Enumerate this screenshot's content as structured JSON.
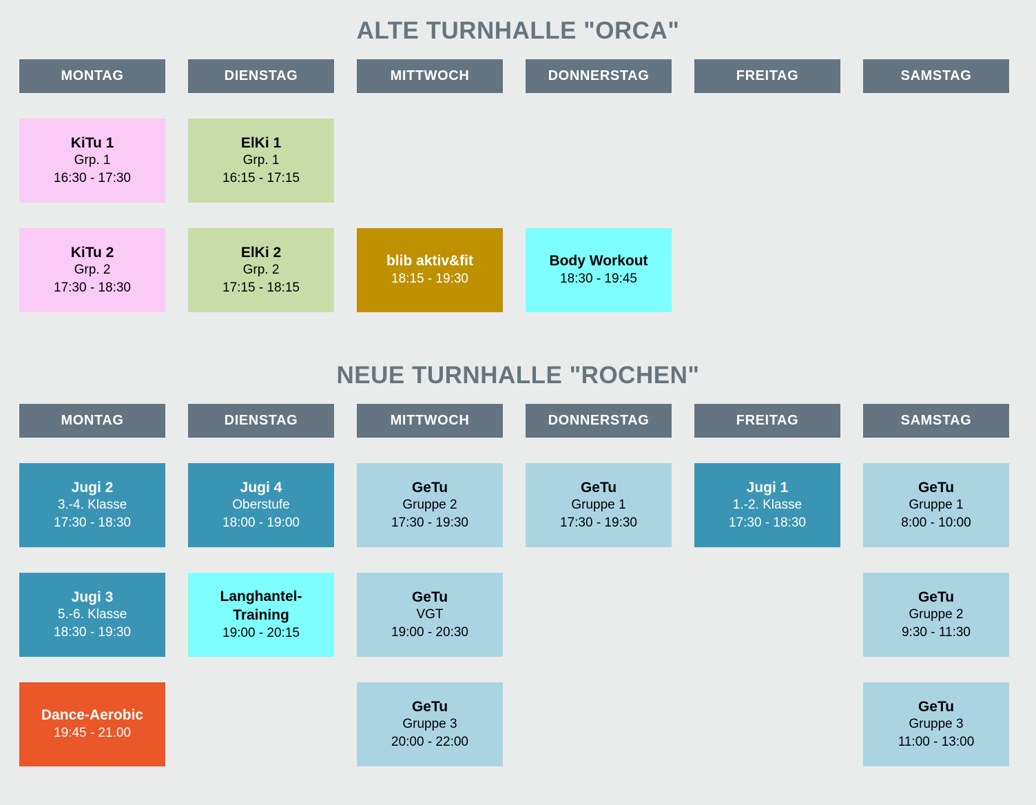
{
  "colors": {
    "background": "#eaecec",
    "day_header_bg": "#647480",
    "day_header_text": "#ffffff",
    "section_title": "#67757f",
    "pink": "#fbcbf7",
    "green": "#c8dca8",
    "gold": "#bf9000",
    "cyan": "#7efefe",
    "teal_dark": "#3a95b4",
    "blue_light": "#abd4e3",
    "orange": "#ea5728",
    "text_dark": "#000000",
    "text_light": "#ffffff"
  },
  "sections": [
    {
      "id": "orca",
      "title": "ALTE TURNHALLE \"ORCA\"",
      "days": [
        "MONTAG",
        "DIENSTAG",
        "MITTWOCH",
        "DONNERSTAG",
        "FREITAG",
        "SAMSTAG"
      ],
      "rows": [
        [
          {
            "title": "KiTu 1",
            "sub": "Grp. 1",
            "time": "16:30 - 17:30",
            "bg": "pink",
            "fg": "text_dark"
          },
          {
            "title": "ElKi 1",
            "sub": "Grp. 1",
            "time": "16:15 - 17:15",
            "bg": "green",
            "fg": "text_dark"
          },
          null,
          null,
          null,
          null
        ],
        [
          {
            "title": "KiTu 2",
            "sub": "Grp. 2",
            "time": "17:30 - 18:30",
            "bg": "pink",
            "fg": "text_dark"
          },
          {
            "title": "ElKi 2",
            "sub": "Grp. 2",
            "time": "17:15 - 18:15",
            "bg": "green",
            "fg": "text_dark"
          },
          {
            "title": "blib aktiv&fit",
            "sub": "",
            "time": "18:15 - 19:30",
            "bg": "gold",
            "fg": "text_light"
          },
          {
            "title": "Body Workout",
            "sub": "",
            "time": "18:30 - 19:45",
            "bg": "cyan",
            "fg": "text_dark"
          },
          null,
          null
        ]
      ]
    },
    {
      "id": "rochen",
      "title": "NEUE TURNHALLE \"ROCHEN\"",
      "days": [
        "MONTAG",
        "DIENSTAG",
        "MITTWOCH",
        "DONNERSTAG",
        "FREITAG",
        "SAMSTAG"
      ],
      "rows": [
        [
          {
            "title": "Jugi 2",
            "sub": "3.-4. Klasse",
            "time": "17:30 - 18:30",
            "bg": "teal_dark",
            "fg": "text_light"
          },
          {
            "title": "Jugi 4",
            "sub": "Oberstufe",
            "time": "18:00 - 19:00",
            "bg": "teal_dark",
            "fg": "text_light"
          },
          {
            "title": "GeTu",
            "sub": "Gruppe 2",
            "time": "17:30 - 19:30",
            "bg": "blue_light",
            "fg": "text_dark"
          },
          {
            "title": "GeTu",
            "sub": "Gruppe 1",
            "time": "17:30 - 19:30",
            "bg": "blue_light",
            "fg": "text_dark"
          },
          {
            "title": "Jugi 1",
            "sub": "1.-2. Klasse",
            "time": "17:30 - 18:30",
            "bg": "teal_dark",
            "fg": "text_light"
          },
          {
            "title": "GeTu",
            "sub": "Gruppe 1",
            "time": "8:00 - 10:00",
            "bg": "blue_light",
            "fg": "text_dark"
          }
        ],
        [
          {
            "title": "Jugi 3",
            "sub": "5.-6. Klasse",
            "time": "18:30 - 19:30",
            "bg": "teal_dark",
            "fg": "text_light"
          },
          {
            "title": "Langhantel-\nTraining",
            "sub": "",
            "time": "19:00 - 20:15",
            "bg": "cyan",
            "fg": "text_dark"
          },
          {
            "title": "GeTu",
            "sub": "VGT",
            "time": "19:00 - 20:30",
            "bg": "blue_light",
            "fg": "text_dark"
          },
          null,
          null,
          {
            "title": "GeTu",
            "sub": "Gruppe 2",
            "time": "9:30 - 11:30",
            "bg": "blue_light",
            "fg": "text_dark"
          }
        ],
        [
          {
            "title": "Dance-Aerobic",
            "sub": "",
            "time": "19:45 - 21.00",
            "bg": "orange",
            "fg": "text_light"
          },
          null,
          {
            "title": "GeTu",
            "sub": "Gruppe 3",
            "time": "20:00 - 22:00",
            "bg": "blue_light",
            "fg": "text_dark"
          },
          null,
          null,
          {
            "title": "GeTu",
            "sub": "Gruppe 3",
            "time": "11:00 - 13:00",
            "bg": "blue_light",
            "fg": "text_dark"
          }
        ]
      ]
    }
  ]
}
